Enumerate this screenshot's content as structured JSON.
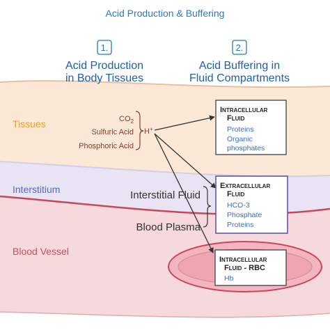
{
  "title": "Acid Production & Buffering",
  "steps": [
    {
      "number": "1.",
      "line1": "Acid Production",
      "line2": "in Body Tissues"
    },
    {
      "number": "2.",
      "line1": "Acid Buffering in",
      "line2": "Fluid Compartments"
    }
  ],
  "regions": {
    "tissues": "Tissues",
    "interstitium": "Interstitium",
    "blood_vessel": "Blood Vessel"
  },
  "acids": {
    "co2_main": "CO",
    "co2_sub": "2",
    "sulfuric": "Sulfuric Acid",
    "phosphoric": "Phosphoric Acid",
    "hplus_main": "H",
    "hplus_sup": "+"
  },
  "fluid_labels": {
    "interstitial": "Interstitial Fluid",
    "plasma": "Blood Plasma"
  },
  "boxes": {
    "intracellular": {
      "title1": "Intracellular",
      "title2": "Fluid",
      "items": [
        "Proteins",
        "Organic",
        "phosphates"
      ]
    },
    "extracellular": {
      "title1": "Extracellular",
      "title2": "Fluid",
      "items": [
        "HCO-3",
        "Phosphate",
        "Proteins"
      ]
    },
    "rbc": {
      "title1": "Intracellular",
      "title2": "Fluid - RBC",
      "items": [
        "Hb"
      ]
    }
  },
  "colors": {
    "title_blue": "#2a7ab8",
    "heading_blue": "#1f5fa8",
    "tissue_orange": "#f0a020",
    "interstitium_blue": "#5a66c8",
    "vessel_red": "#cf4a5e",
    "acid_brown": "#8b3a2a",
    "item_blue": "#3a6fc0"
  }
}
